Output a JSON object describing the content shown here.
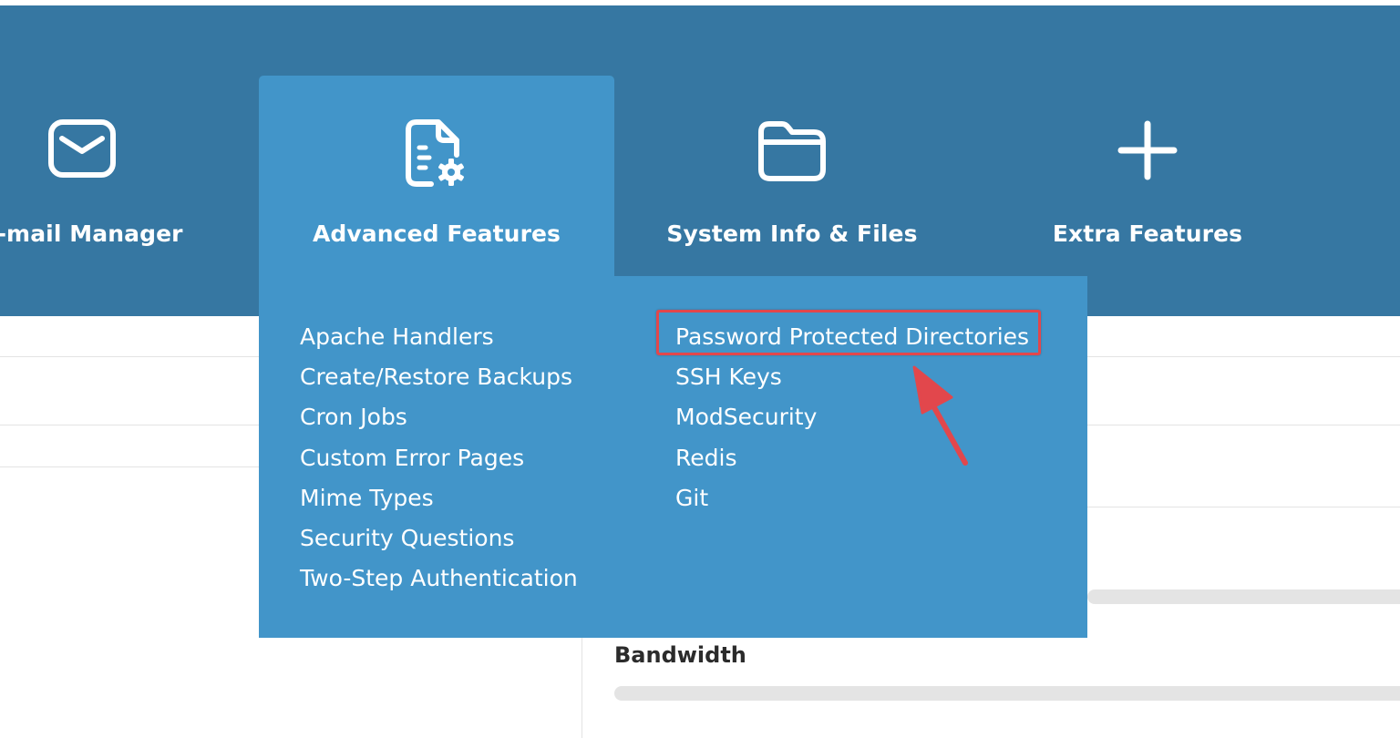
{
  "nav": {
    "items": [
      {
        "label": "E-mail Manager",
        "icon": "envelope-icon"
      },
      {
        "label": "Advanced Features",
        "icon": "document-gear-icon",
        "active": true
      },
      {
        "label": "System Info & Files",
        "icon": "folder-icon"
      },
      {
        "label": "Extra Features",
        "icon": "plus-icon"
      }
    ]
  },
  "dropdown": {
    "left_column": [
      "Apache Handlers",
      "Create/Restore Backups",
      "Cron Jobs",
      "Custom Error Pages",
      "Mime Types",
      "Security Questions",
      "Two-Step Authentication"
    ],
    "right_column": [
      "Password Protected Directories",
      "SSH Keys",
      "ModSecurity",
      "Redis",
      "Git"
    ]
  },
  "content": {
    "bandwidth_label": "Bandwidth"
  },
  "colors": {
    "nav_bg": "#3677a2",
    "active_bg": "#4295c9",
    "highlight": "#e2474c"
  }
}
